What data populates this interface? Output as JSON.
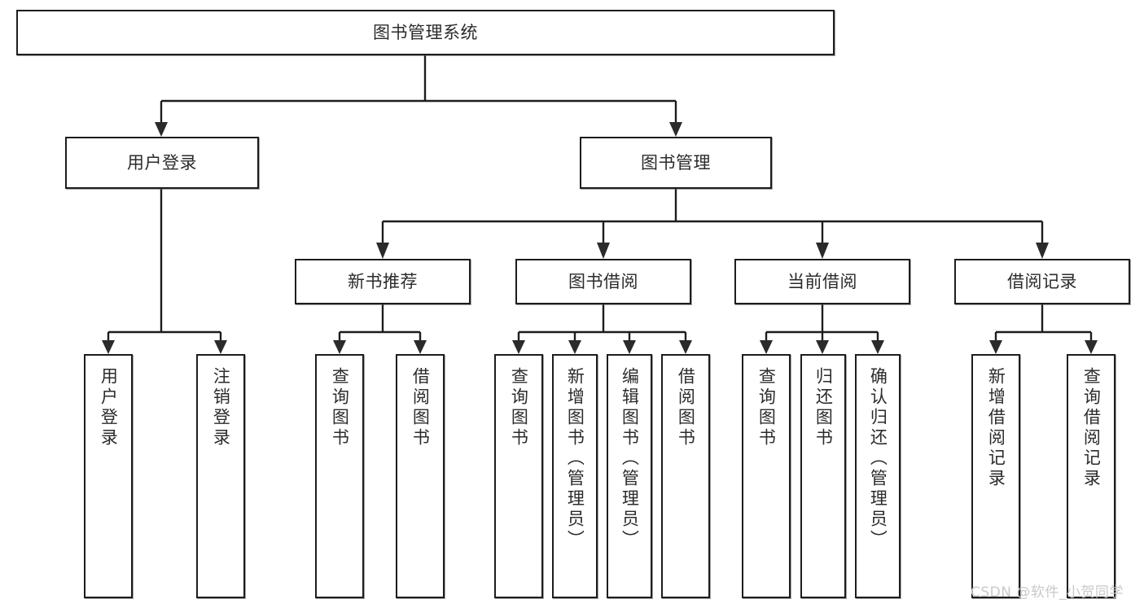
{
  "diagram": {
    "title": "图书管理系统",
    "watermark": "CSDN @软件_小贺同学",
    "colors": {
      "box_border": "#1d1d1d",
      "box_fill": "#ffffff",
      "text": "#2b2b2b",
      "connector": "#1d1d1d",
      "watermark": "#c9c9c9"
    },
    "root": {
      "label": "图书管理系统",
      "orientation": "horizontal"
    },
    "level2": [
      {
        "label": "用户登录",
        "orientation": "horizontal"
      },
      {
        "label": "图书管理",
        "orientation": "horizontal"
      }
    ],
    "level3": [
      {
        "label": "新书推荐",
        "orientation": "horizontal"
      },
      {
        "label": "图书借阅",
        "orientation": "horizontal"
      },
      {
        "label": "当前借阅",
        "orientation": "horizontal"
      },
      {
        "label": "借阅记录",
        "orientation": "horizontal"
      }
    ],
    "leaves": {
      "user_login": [
        {
          "label": "用户登录",
          "orientation": "vertical"
        },
        {
          "label": "注销登录",
          "orientation": "vertical"
        }
      ],
      "new_book_recommend": [
        {
          "label": "查询图书",
          "orientation": "vertical"
        },
        {
          "label": "借阅图书",
          "orientation": "vertical"
        }
      ],
      "book_borrow": [
        {
          "label": "查询图书",
          "orientation": "vertical"
        },
        {
          "label": "新增图书（管理员）",
          "orientation": "vertical"
        },
        {
          "label": "编辑图书（管理员）",
          "orientation": "vertical"
        },
        {
          "label": "借阅图书",
          "orientation": "vertical"
        }
      ],
      "current_borrow": [
        {
          "label": "查询图书",
          "orientation": "vertical"
        },
        {
          "label": "归还图书",
          "orientation": "vertical"
        },
        {
          "label": "确认归还（管理员）",
          "orientation": "vertical"
        }
      ],
      "borrow_record": [
        {
          "label": "新增借阅记录",
          "orientation": "vertical"
        },
        {
          "label": "查询借阅记录",
          "orientation": "vertical"
        }
      ]
    }
  }
}
